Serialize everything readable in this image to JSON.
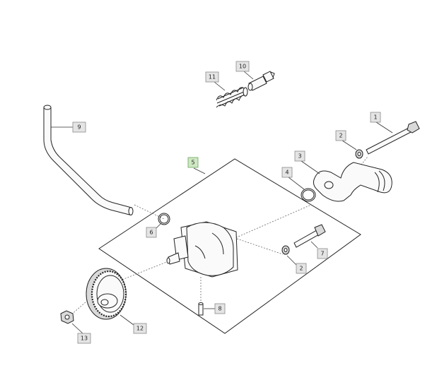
{
  "labels": {
    "p1": "1",
    "p2a": "2",
    "p2b": "2",
    "p3": "3",
    "p4": "4",
    "p5": "5",
    "p6": "6",
    "p7": "7",
    "p8": "8",
    "p9": "9",
    "p10": "10",
    "p11": "11",
    "p12": "12",
    "p13": "13"
  },
  "colors": {
    "label_fill": "#e4e4e4",
    "label_highlight_fill": "#cfe8c4",
    "line": "#222222"
  }
}
